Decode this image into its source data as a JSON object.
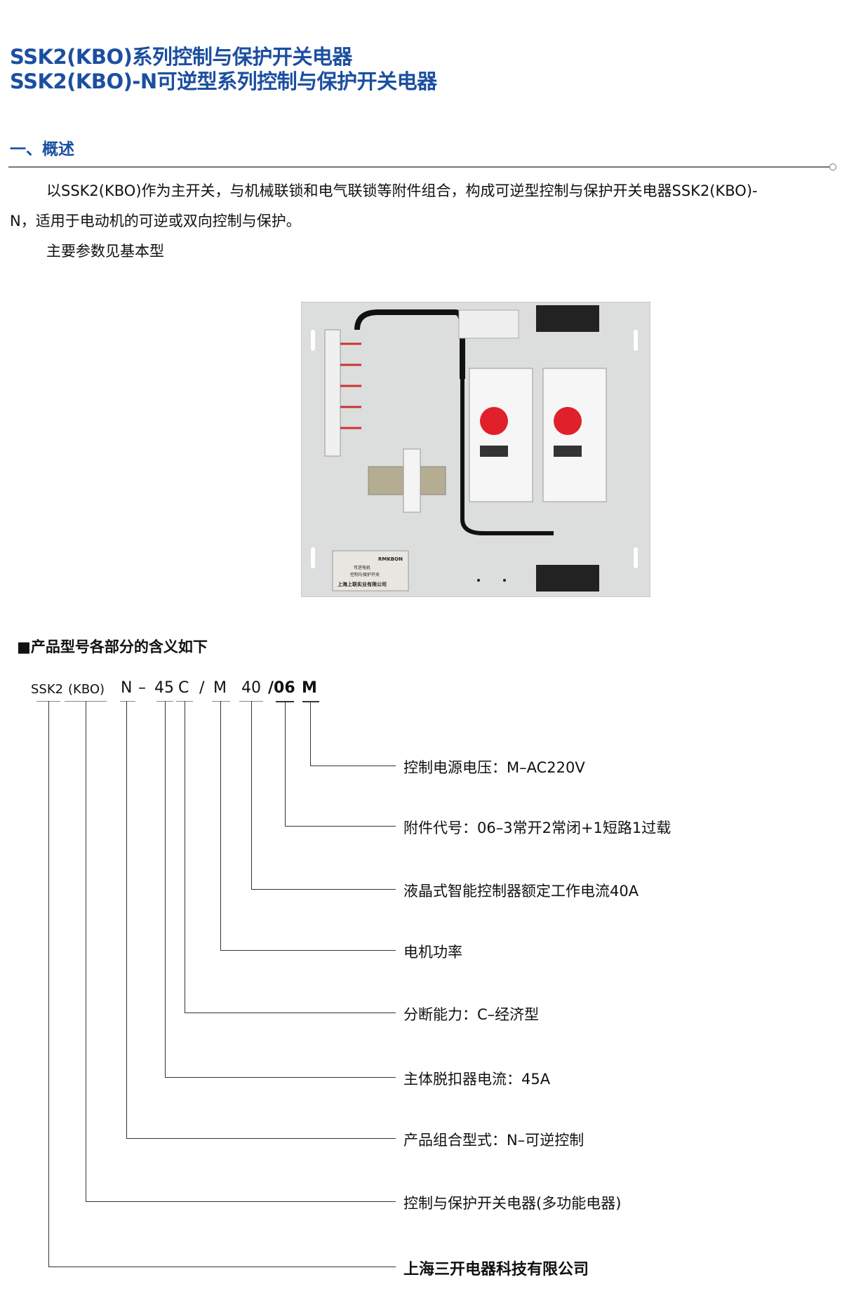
{
  "title": {
    "line1": "SSK2(KBO)系列控制与保护开关电器",
    "line2": "SSK2(KBO)-N可逆型系列控制与保护开关电器"
  },
  "overview": {
    "heading": "一、概述",
    "para_line1": "以SSK2(KBO)作为主开关，与机械联锁和电气联锁等附件组合，构成可逆型控制与保护开关电器SSK2(KBO)-",
    "para_line2": "N，适用于电动机的可逆或双向控制与保护。",
    "para_line3": "主要参数见基本型"
  },
  "photo": {
    "nameplate_brand": "RMKBON",
    "nameplate_text1": "可逆电机",
    "nameplate_text2": "控制与保护开关",
    "nameplate_company": "上海上联实业有限公司"
  },
  "model": {
    "heading": "■产品型号各部分的含义如下",
    "codes": [
      "SSK2",
      "(KBO)",
      "N",
      "–",
      "45",
      "C",
      "/",
      "M",
      "40",
      "/06",
      "M"
    ],
    "labels": [
      "控制电源电压：M–AC220V",
      "附件代号：06–3常开2常闭+1短路1过载",
      "液晶式智能控制器额定工作电流40A",
      "电机功率",
      "分断能力：C–经济型",
      "主体脱扣器电流：45A",
      "产品组合型式：N–可逆控制",
      "控制与保护开关电器(多功能电器)",
      "上海三开电器科技有限公司"
    ]
  }
}
